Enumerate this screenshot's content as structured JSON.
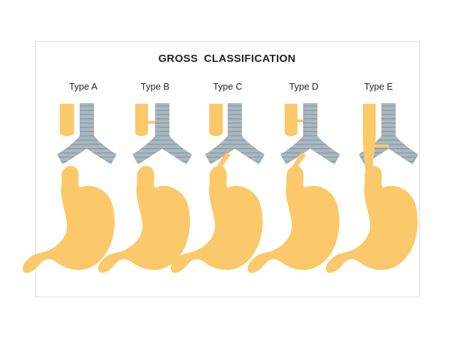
{
  "title": "GROSS   CLASSIFICATION",
  "colors": {
    "esophagus_stomach": "#FBC96A",
    "trachea": "#A9B7BF",
    "trachea_rings": "#93A3AC"
  },
  "types": [
    {
      "label": "Type A"
    },
    {
      "label": "Type B"
    },
    {
      "label": "Type C"
    },
    {
      "label": "Type D"
    },
    {
      "label": "Type E"
    }
  ]
}
